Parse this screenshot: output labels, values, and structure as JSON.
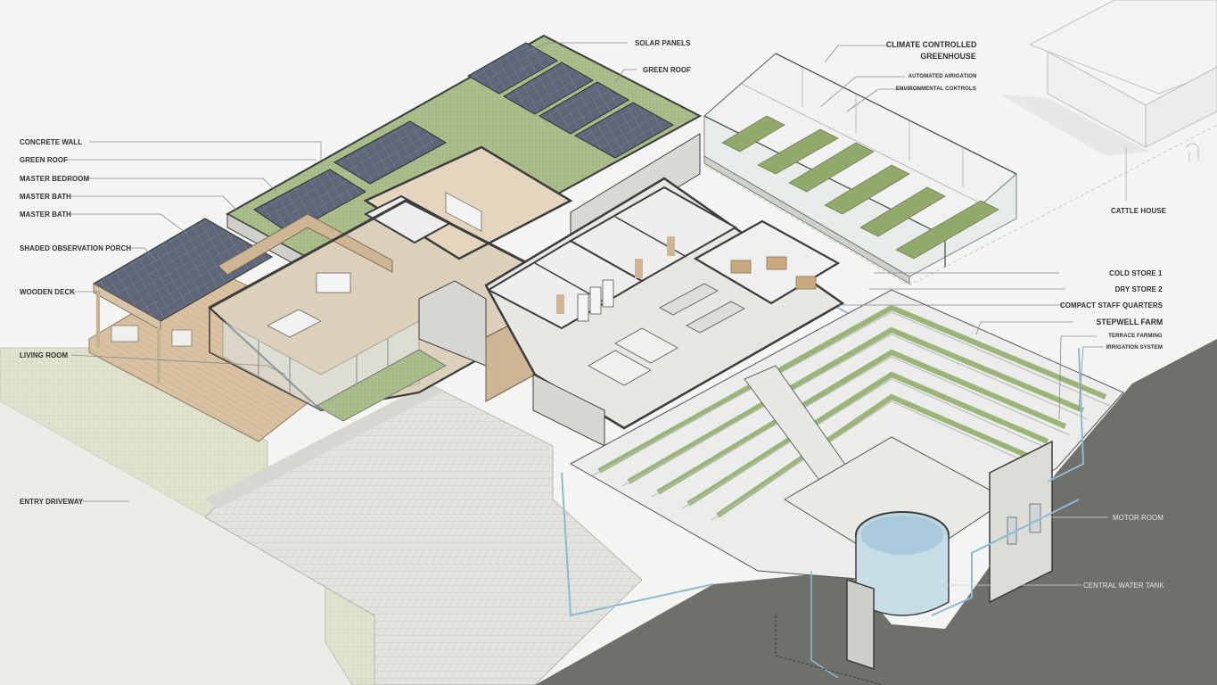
{
  "diagram": {
    "type": "isometric cutaway architectural site plan",
    "colors": {
      "background": "#f4f4f2",
      "ground_section": "#6f6f6b",
      "green_roof": "#a9bd8a",
      "planting": "#8faa6a",
      "solar_panel": "#5e6779",
      "timber": "#d7c3a8",
      "concrete": "#d9d9d6",
      "wall_outline": "#3c3c3c",
      "water": "#bcd6e2",
      "irrigation_line": "#8fb9cf",
      "label_text": "#2e2e2e",
      "label_text_on_dark": "#e6e6e3"
    }
  },
  "labels": {
    "left": [
      {
        "id": "concrete-wall",
        "text": "CONCRETE WALL"
      },
      {
        "id": "green-roof-left",
        "text": "GREEN ROOF"
      },
      {
        "id": "master-bedroom",
        "text": "MASTER BEDROOM"
      },
      {
        "id": "master-bath-1",
        "text": "MASTER BATH"
      },
      {
        "id": "master-bath-2",
        "text": "MASTER BATH"
      },
      {
        "id": "shaded-observation-porch",
        "text": "SHADED OBSERVATION PORCH"
      },
      {
        "id": "wooden-deck",
        "text": "WOODEN DECK"
      },
      {
        "id": "living-room",
        "text": "LIVING ROOM"
      },
      {
        "id": "entry-driveway",
        "text": "ENTRY DRIVEWAY"
      }
    ],
    "top": [
      {
        "id": "solar-panels",
        "text": "SOLAR PANELS"
      },
      {
        "id": "green-roof-top",
        "text": "GREEN ROOF"
      }
    ],
    "greenhouse": {
      "title_line1": "CLIMATE CONTROLLED",
      "title_line2": "GREENHOUSE",
      "sub": [
        {
          "id": "automated-irrigation",
          "text": "AUTOMATED AIRIGATION"
        },
        {
          "id": "environmental-controls",
          "text": "ENVIRONMENTAL COKTROLS"
        }
      ]
    },
    "right": [
      {
        "id": "cattle-house",
        "text": "CATTLE HOUSE"
      },
      {
        "id": "cold-store-1",
        "text": "COLD STORE 1"
      },
      {
        "id": "dry-store-2",
        "text": "DRY STORE 2"
      },
      {
        "id": "compact-staff-quarters",
        "text": "COMPACT STAFF QUARTERS"
      },
      {
        "id": "stepwell-farm",
        "text": "STEPWELL FARM"
      },
      {
        "id": "terrace-farming",
        "text": "TERRACE FARMING"
      },
      {
        "id": "irrigation-system",
        "text": "IRRIGATION SYSTEM"
      },
      {
        "id": "motor-room",
        "text": "MOTOR ROOM"
      },
      {
        "id": "central-water-tank",
        "text": "CENTRAL WATER TANK"
      }
    ]
  }
}
